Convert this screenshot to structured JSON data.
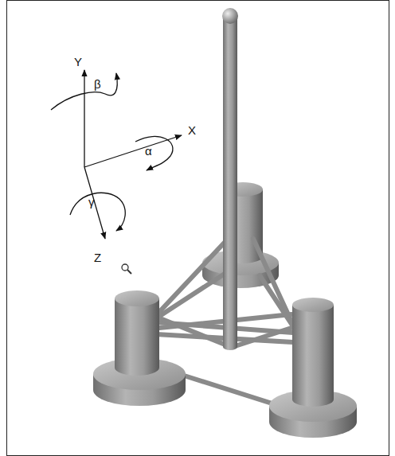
{
  "diagram": {
    "labels": [
      "Y",
      "β",
      "X",
      "α",
      "γ",
      "Z"
    ]
  }
}
